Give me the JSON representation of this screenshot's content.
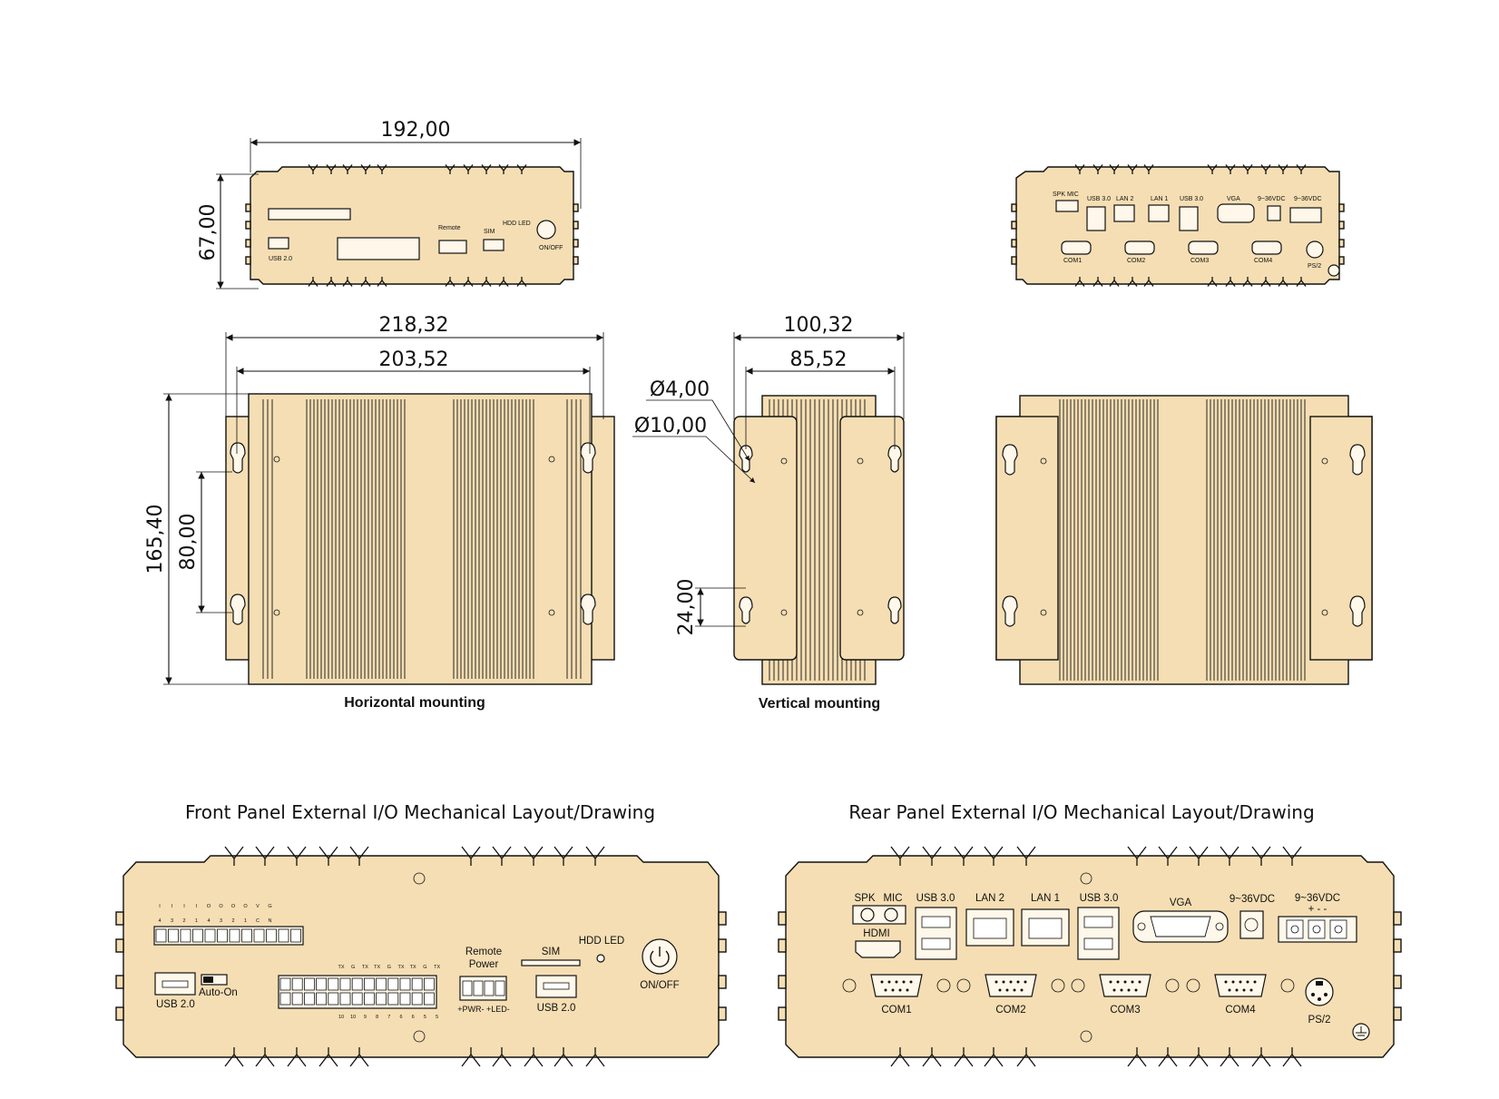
{
  "dimensions": {
    "top_width": "192,00",
    "top_height": "67,00",
    "total_width": "218,32",
    "hole_span": "203,52",
    "total_depth": "165,40",
    "hole_pitch": "80,00",
    "side_total": "100,32",
    "side_inner": "85,52",
    "hole_small": "Ø4,00",
    "hole_large": "Ø10,00",
    "slot": "24,00"
  },
  "captions": {
    "horizontal": "Horizontal mounting",
    "vertical": "Vertical mounting",
    "front_title": "Front Panel External I/O Mechanical Layout/Drawing",
    "rear_title": "Rear Panel External I/O Mechanical Layout/Drawing"
  },
  "front_panel": {
    "usb_left": "USB 2.0",
    "auto_on": "Auto-On",
    "remote_power": [
      "Remote",
      "Power"
    ],
    "pwr_led": "+PWR- +LED-",
    "sim": "SIM",
    "usb_right": "USB 2.0",
    "hdd_led": "HDD LED",
    "on_off": "ON/OFF",
    "dio_top": [
      "I",
      "I",
      "I",
      "I",
      "O",
      "O",
      "O",
      "O",
      "V",
      "G"
    ],
    "dio_bot": [
      "4",
      "3",
      "2",
      "1",
      "4",
      "3",
      "2",
      "1",
      "C",
      "N"
    ],
    "com_top": [
      "TX",
      "G",
      "TX",
      "TX",
      "G",
      "TX",
      "TX",
      "G",
      "TX"
    ],
    "com_bot": [
      "10",
      "10",
      "9",
      "8",
      "7",
      "6",
      "6",
      "5",
      "5"
    ]
  },
  "rear_panel": {
    "spk": "SPK",
    "mic": "MIC",
    "hdmi": "HDMI",
    "usb30_a": "USB 3.0",
    "lan2": "LAN 2",
    "lan1": "LAN 1",
    "usb30_b": "USB 3.0",
    "vga": "VGA",
    "dc_jack": "9~36VDC",
    "dc_term": "9~36VDC",
    "dc_term_pol": "+ - -",
    "com1": "COM1",
    "com2": "COM2",
    "com3": "COM3",
    "com4": "COM4",
    "ps2": "PS/2"
  },
  "colors": {
    "chassis": "#f5deb3",
    "outline": "#111111"
  }
}
